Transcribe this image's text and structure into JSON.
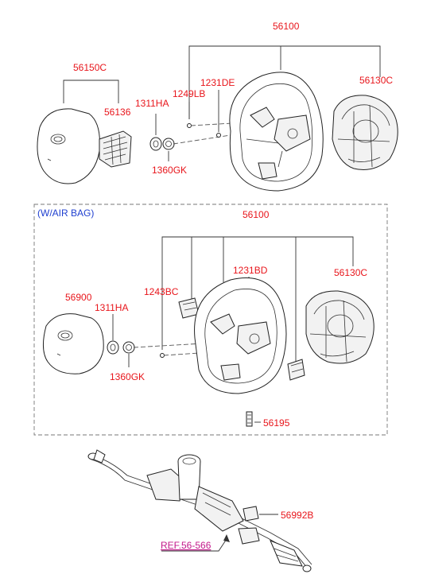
{
  "labels": {
    "top_56100": "56100",
    "top_56150C": "56150C",
    "top_56136": "56136",
    "top_1311HA": "1311HA",
    "top_1249LB": "1249LB",
    "top_1231DE": "1231DE",
    "top_56130C": "56130C",
    "top_1360GK": "1360GK",
    "section_title": "(W/AIR BAG)",
    "mid_56100": "56100",
    "mid_1231BD": "1231BD",
    "mid_1243BC": "1243BC",
    "mid_56130C": "56130C",
    "mid_56900": "56900",
    "mid_1311HA": "1311HA",
    "mid_1360GK": "1360GK",
    "mid_56195": "56195",
    "bot_56992B": "56992B",
    "bot_ref": "REF.56-566"
  },
  "colors": {
    "part_number": "#e8151b",
    "section_title": "#1f3fd0",
    "reference_link": "#c2188a"
  }
}
